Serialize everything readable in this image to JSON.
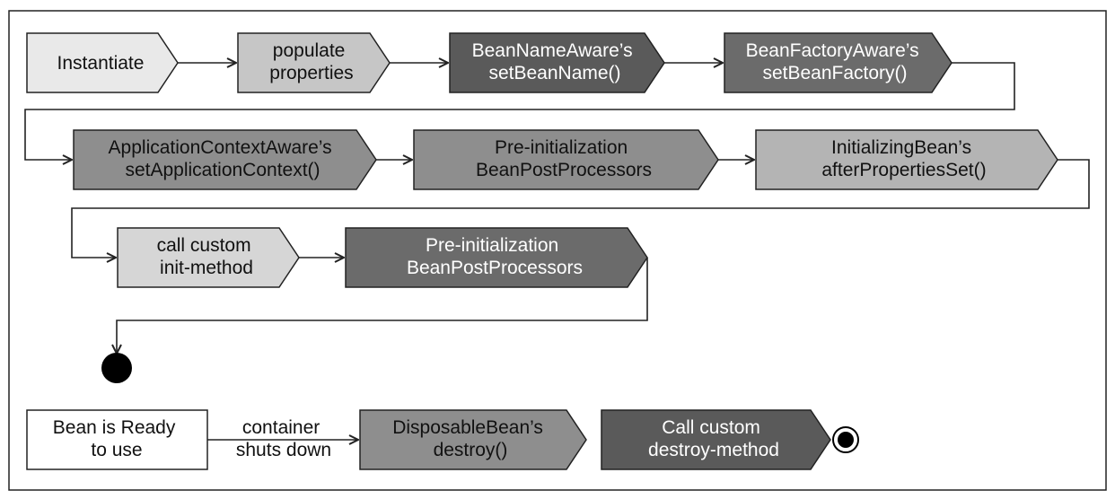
{
  "colors": {
    "frame": "#222222",
    "connector": "#222222",
    "lightest": "#e9e9e9",
    "light": "#c6c6c6",
    "medium": "#8e8e8e",
    "dark": "#6b6b6b",
    "darkest": "#5a5a5a",
    "white": "#ffffff",
    "text_dark": "#111111",
    "text_light": "#ffffff"
  },
  "steps": {
    "instantiate": {
      "lines": [
        "Instantiate"
      ]
    },
    "populate": {
      "lines": [
        "populate",
        "properties"
      ]
    },
    "bean_name_aware": {
      "lines": [
        "BeanNameAware’s",
        "setBeanName()"
      ]
    },
    "bean_factory_aware": {
      "lines": [
        "BeanFactoryAware’s",
        "setBeanFactory()"
      ]
    },
    "app_context_aware": {
      "lines": [
        "ApplicationContextAware’s",
        "setApplicationContext()"
      ]
    },
    "pre_init_bpp": {
      "lines": [
        "Pre-initialization",
        "BeanPostProcessors"
      ]
    },
    "initializing_bean": {
      "lines": [
        "InitializingBean’s",
        "afterPropertiesSet()"
      ]
    },
    "custom_init": {
      "lines": [
        "call custom",
        "init-method"
      ]
    },
    "post_init_bpp": {
      "lines": [
        "Pre-initialization",
        "BeanPostProcessors"
      ]
    },
    "bean_ready": {
      "lines": [
        "Bean is Ready",
        "to use"
      ]
    },
    "disposable_bean": {
      "lines": [
        "DisposableBean’s",
        "destroy()"
      ]
    },
    "custom_destroy": {
      "lines": [
        "Call custom",
        "destroy-method"
      ]
    }
  },
  "edge_labels": {
    "container_shutdown": {
      "lines": [
        "container",
        "shuts down"
      ]
    }
  }
}
